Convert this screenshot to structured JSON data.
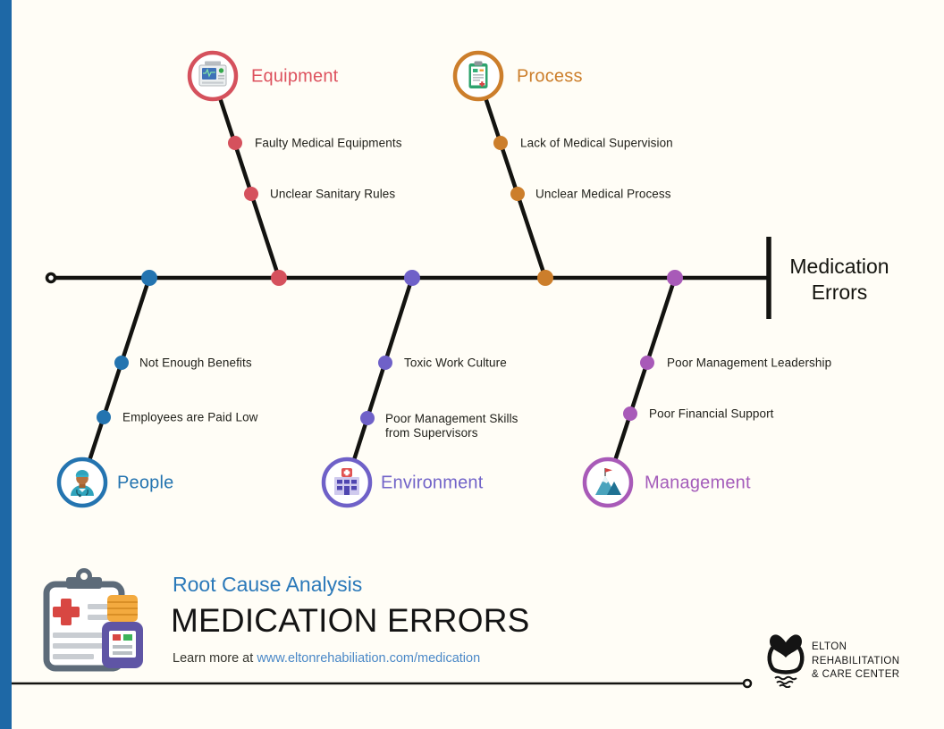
{
  "canvas": {
    "background_color": "#fffdf6",
    "accent_bar_color": "#1e68a6",
    "line_color": "#131310"
  },
  "diagram": {
    "type": "fishbone",
    "effect_label": "Medication Errors",
    "categories": [
      {
        "label": "Equipment",
        "color": "#d5515d",
        "icon": "medical-monitor-icon",
        "side": "top",
        "causes": [
          "Faulty Medical Equipments",
          "Unclear Sanitary Rules"
        ]
      },
      {
        "label": "Process",
        "color": "#cc7e2b",
        "icon": "medical-clipboard-icon",
        "side": "top",
        "causes": [
          "Lack of Medical Supervision",
          "Unclear Medical Process"
        ]
      },
      {
        "label": "People",
        "color": "#2474b0",
        "icon": "nurse-icon",
        "side": "bottom",
        "causes": [
          "Not Enough Benefits",
          "Employees are Paid Low"
        ]
      },
      {
        "label": "Environment",
        "color": "#6f61c8",
        "icon": "hospital-icon",
        "side": "bottom",
        "causes": [
          "Toxic Work Culture",
          "Poor Management Skills from Supervisors"
        ]
      },
      {
        "label": "Management",
        "color": "#a85ab8",
        "icon": "mountain-flag-icon",
        "side": "bottom",
        "causes": [
          "Poor Management Leadership",
          "Poor Financial Support"
        ]
      }
    ]
  },
  "footer": {
    "logo_icon": "clipboard-and-medicine-bottle-icon",
    "subtitle": "Root Cause Analysis",
    "title": "MEDICATION ERRORS",
    "learn_more_prefix": "Learn more at ",
    "learn_more_url": "www.eltonrehabiliation.com/medication",
    "organization": {
      "logo_icon": "hands-holding-heart-icon",
      "name_line1": "ELTON",
      "name_line2": "REHABILITATION",
      "name_line3": "& CARE CENTER"
    }
  }
}
